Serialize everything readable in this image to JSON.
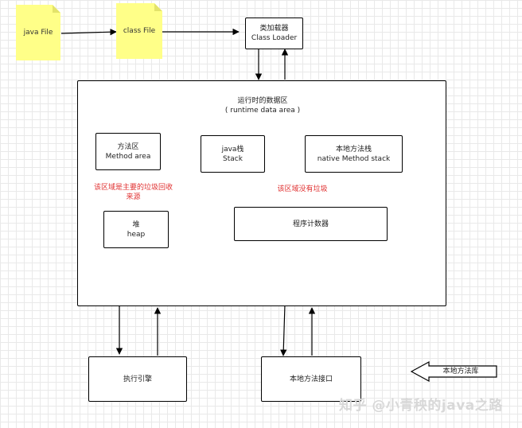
{
  "notes": {
    "java_file": "java File",
    "class_file": "class File"
  },
  "class_loader": {
    "line1": "类加载器",
    "line2": "Class Loader"
  },
  "runtime_area": {
    "line1": "运行时的数据区",
    "line2": "( runtime data area )"
  },
  "method_area": {
    "line1": "方法区",
    "line2": "Method area"
  },
  "heap": {
    "line1": "堆",
    "line2": "heap"
  },
  "gc_note": {
    "line1": "该区域是主要的垃圾回收",
    "line2": "来源"
  },
  "java_stack": {
    "line1": "java栈",
    "line2": "Stack"
  },
  "native_stack": {
    "line1": "本地方法栈",
    "line2": "native Method stack"
  },
  "no_gc_note": "该区域没有垃圾",
  "pc_register": "程序计数器",
  "execution_engine": "执行引擎",
  "native_interface": "本地方法接口",
  "native_library": "本地方法库",
  "watermark": "知乎 @小青秧的java之路",
  "colors": {
    "note": "#ffff88",
    "red_text": "#e03030",
    "grid": "#e9e9e9"
  }
}
